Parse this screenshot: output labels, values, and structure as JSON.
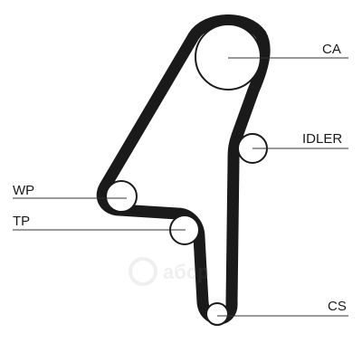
{
  "labels": {
    "ca": "CA",
    "idler": "IDLER",
    "wp": "WP",
    "tp": "TP",
    "cs": "CS"
  },
  "watermark": {
    "text": "aбcp"
  },
  "colors": {
    "belt": "#1a1a1a",
    "pulley_stroke": "#1a1a1a",
    "pulley_fill": "#ffffff",
    "leader_line": "#333333",
    "background": "#ffffff",
    "watermark": "#808080"
  }
}
